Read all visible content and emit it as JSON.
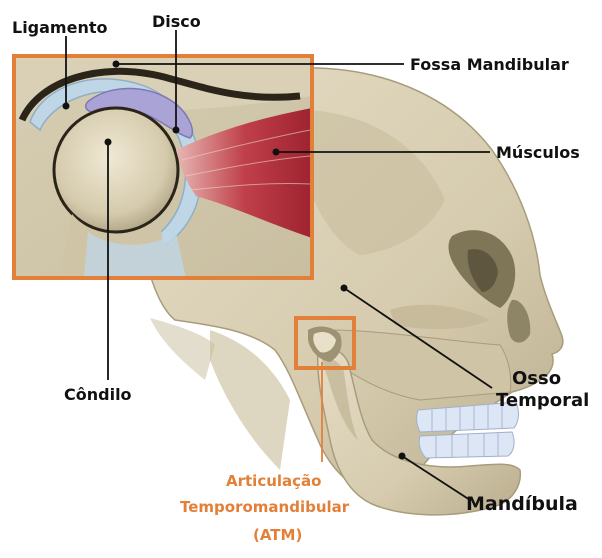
{
  "labels": {
    "ligamento": "Ligamento",
    "disco": "Disco",
    "fossa_mandibular": "Fossa Mandibular",
    "musculos": "Músculos",
    "condilo": "Côndilo",
    "osso_temporal_line1": "Osso",
    "osso_temporal_line2": "Temporal",
    "mandibula": "Mandíbula",
    "atm_line1": "Articulação",
    "atm_line2": "Temporomandibular",
    "atm_line3": "(ATM)"
  },
  "colors": {
    "accent_orange": "#E2803A",
    "bone": "#D9CFB4",
    "bone_shadow": "#B7AC8C",
    "disc": "#A9A3D6",
    "muscle": "#B8313D",
    "ligament": "#BFD6E6",
    "teeth": "#DDE6F5",
    "leader": "#111111"
  }
}
